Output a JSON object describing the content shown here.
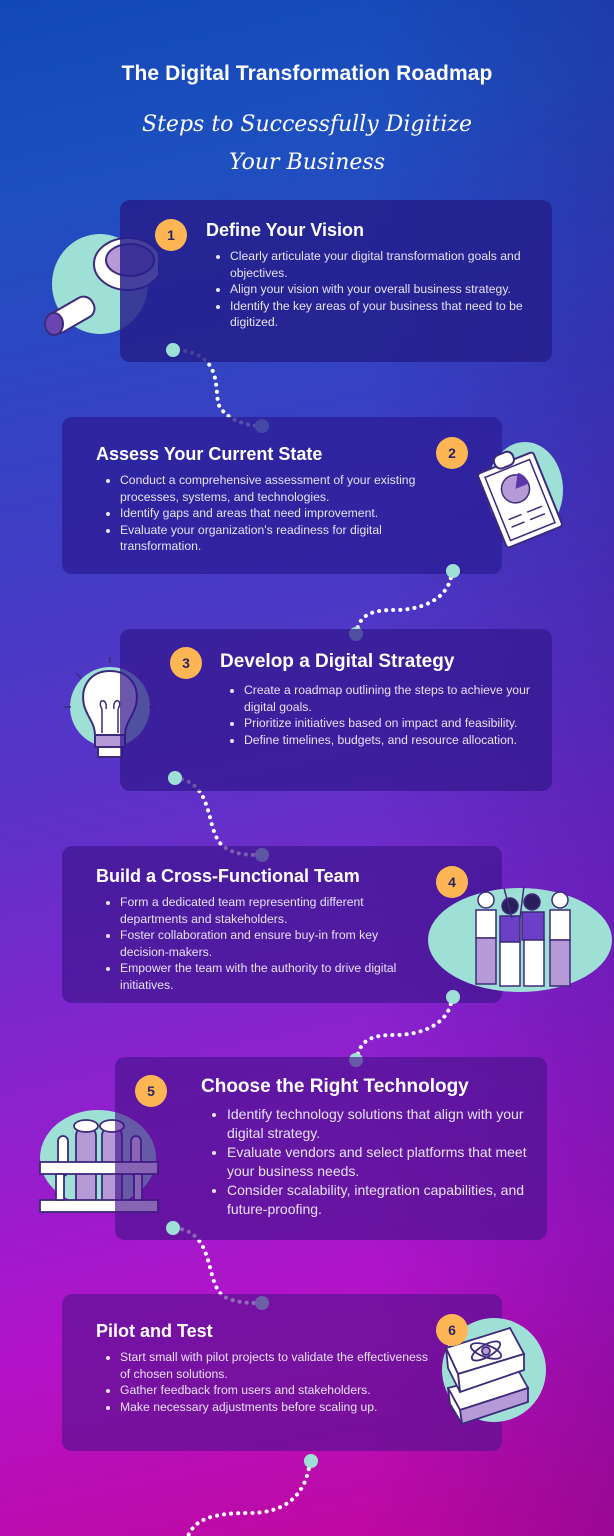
{
  "header": {
    "title": "The Digital Transformation Roadmap",
    "subtitle_line1": "Steps to Successfully Digitize",
    "subtitle_line2": "Your Business"
  },
  "colors": {
    "badge": "#fdb653",
    "badge_text": "#2a2466",
    "connector_dot": "#9ee0d6",
    "illustration_blob": "#9ee0d6",
    "illustration_accent": "#b69ad8",
    "bg_top": "#1248b6",
    "bg_bottom": "#c1069a"
  },
  "steps": [
    {
      "number": "1",
      "title": "Define Your Vision",
      "icon": "magnifying-glass-icon",
      "bullets": [
        "Clearly articulate your digital transformation goals and objectives.",
        "Align your vision with your overall business strategy.",
        "Identify the key areas of your business that need to be digitized."
      ]
    },
    {
      "number": "2",
      "title": "Assess Your Current State",
      "icon": "clipboard-pie-chart-icon",
      "bullets": [
        "Conduct a comprehensive assessment of your existing processes, systems, and technologies.",
        "Identify gaps and areas that need improvement.",
        "Evaluate your organization's readiness for digital transformation."
      ]
    },
    {
      "number": "3",
      "title": "Develop a Digital Strategy",
      "icon": "lightbulb-icon",
      "bullets": [
        "Create a roadmap outlining the steps to achieve your digital goals.",
        "Prioritize initiatives based on impact and feasibility.",
        "Define timelines, budgets, and resource allocation."
      ]
    },
    {
      "number": "4",
      "title": "Build a Cross-Functional Team",
      "icon": "team-high-five-icon",
      "bullets": [
        "Form a dedicated team representing different departments and stakeholders.",
        "Foster collaboration and ensure buy-in from key decision-makers.",
        "Empower the team with the authority to drive digital initiatives."
      ]
    },
    {
      "number": "5",
      "title": "Choose the Right Technology",
      "icon": "test-tubes-icon",
      "bullets": [
        "Identify technology solutions that align with your digital strategy.",
        "Evaluate vendors and select platforms that meet your business needs.",
        "Consider scalability, integration capabilities, and future-proofing."
      ]
    },
    {
      "number": "6",
      "title": "Pilot and Test",
      "icon": "science-books-icon",
      "bullets": [
        "Start small with pilot projects to validate the effectiveness of chosen solutions.",
        "Gather feedback from users and stakeholders.",
        "Make necessary adjustments before scaling up."
      ]
    }
  ]
}
